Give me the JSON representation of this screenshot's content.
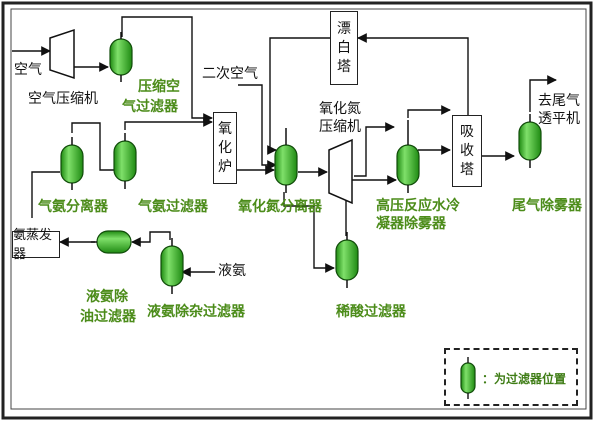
{
  "equipment_labels": {
    "air": "空气",
    "air_compressor": "空气压缩机",
    "compressed_air_filter_line1": "压缩空",
    "compressed_air_filter_line2": "气过滤器",
    "secondary_air": "二次空气",
    "oxidation_furnace": [
      "氧",
      "化",
      "炉"
    ],
    "bleach_tower": [
      "漂",
      "白",
      "塔"
    ],
    "absorption_tower": [
      "吸",
      "收",
      "塔"
    ],
    "no_compressor_line1": "氧化氮",
    "no_compressor_line2": "压缩机",
    "to_tail_gas_line1": "去尾气",
    "to_tail_gas_line2": "透平机",
    "gas_ammonia_separator": "气氨分离器",
    "gas_ammonia_filter": "气氨过滤器",
    "no_separator": "氧化氮分离器",
    "hp_reaction_cooler_line1": "高压反应水冷",
    "hp_reaction_cooler_line2": "凝器除雾器",
    "tail_gas_demister": "尾气除雾器",
    "ammonia_evaporator": "氨蒸发器",
    "liquid_ammonia": "液氨",
    "liquid_ammonia_oil_filter_line1": "液氨除",
    "liquid_ammonia_oil_filter_line2": "油过滤器",
    "liquid_ammonia_impurity_filter": "液氨除杂过滤器",
    "dilute_acid_filter": "稀酸过滤器"
  },
  "legend": {
    "text": "：为过滤器位置"
  },
  "colors": {
    "filter_green": "#3fbf2a",
    "label_green": "#4c8c1a",
    "line": "#111111"
  }
}
